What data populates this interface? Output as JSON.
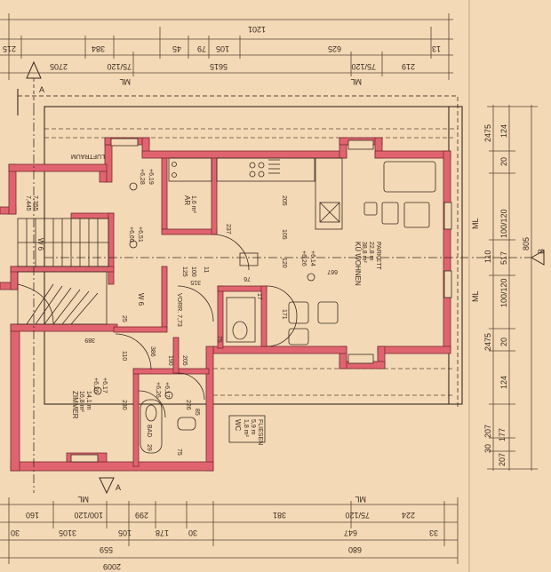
{
  "colors": {
    "paper": "#f3d9b6",
    "wall_red": "#e06470",
    "ink": "#3a2a20",
    "line": "#5a4535"
  },
  "top_dims": {
    "row1": [
      "1201"
    ],
    "row2": [
      "215",
      "384",
      "45",
      "79",
      "105",
      "625",
      "13"
    ],
    "row3": [
      "2705",
      "75/120",
      "5615",
      "75/120",
      "219"
    ],
    "ml": [
      "ML",
      "ML"
    ]
  },
  "right_dims": {
    "col1": [
      "2475",
      "110",
      "2475",
      "207",
      "30",
      "177",
      "207"
    ],
    "col2": [
      "124",
      "20",
      "100/120",
      "517",
      "100/120",
      "20",
      "124"
    ],
    "col3": [
      "805"
    ],
    "ml": [
      "ML",
      "ML"
    ],
    "section": "B"
  },
  "bottom_dims": {
    "row1": [
      "160",
      "100/120",
      "299",
      "381",
      "75/120",
      "224"
    ],
    "row2": [
      "30",
      "3105",
      "105",
      "178",
      "30",
      "647",
      "33"
    ],
    "row3": [
      "559",
      "680"
    ],
    "row4": [
      "2009"
    ],
    "ml": [
      "ML",
      "ML"
    ]
  },
  "left_dims": [
    "7,445",
    "7,355"
  ],
  "rooms": {
    "wohnen": {
      "name": "KÜ WOHNEN",
      "area": "38,8 m²",
      "sub": "22,8 m",
      "floor": "PARKETT"
    },
    "zimmer": {
      "name": "ZIMMER",
      "area": "16,8 m²",
      "sub": "14,1 m"
    },
    "wc": {
      "name": "WC",
      "area": "1,8 m²",
      "sub": "5,9 m",
      "floor": "FLIESEN"
    },
    "bad": {
      "name": "BAD",
      "area": "",
      "sub": ""
    },
    "ar": {
      "name": "AR",
      "area": "1,6 m²",
      "sub": ""
    },
    "vorraum": {
      "name": "VORR. 7,73",
      "area": ""
    },
    "wb": [
      "W 6",
      "W 6"
    ],
    "luftraum": "LUFTRAUM"
  },
  "levels": [
    "+6,28",
    "+6,19",
    "+6,60",
    "+6,51",
    "+6,26",
    "+6,14",
    "+6,26",
    "+6,17",
    "+6,26",
    "+6,17"
  ],
  "misc_dims": [
    "205",
    "105",
    "120",
    "667",
    "171",
    "230",
    "110",
    "389",
    "25",
    "75",
    "237",
    "125",
    "100",
    "11",
    "205",
    "190",
    "386",
    "315",
    "76",
    "226",
    "85",
    "29",
    "75",
    "17"
  ],
  "section_markers": [
    "A",
    "A"
  ]
}
